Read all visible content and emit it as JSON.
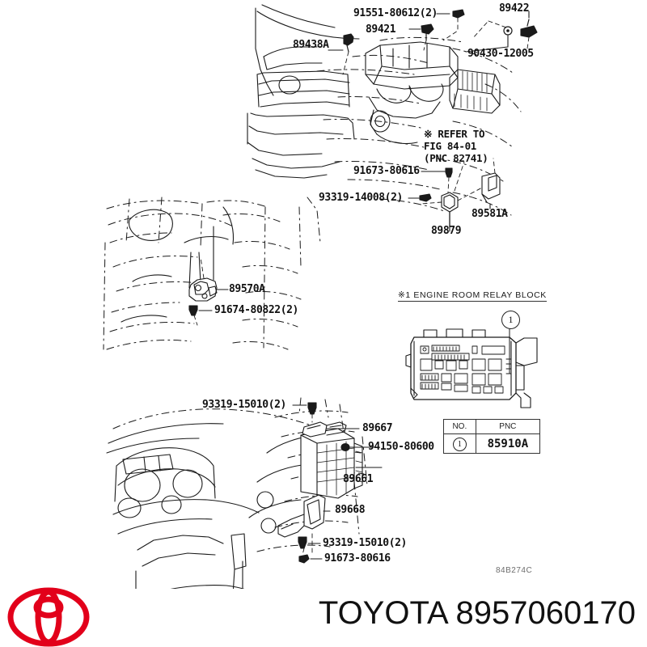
{
  "document": {
    "type": "toyota-parts-diagram",
    "diagram_code": "84B274C",
    "footer_brand": "TOYOTA",
    "footer_part_number": "8957060170",
    "footer_combined": "TOYOTA 8957060170"
  },
  "labels": {
    "l_91551_80612": "91551-80612(2)",
    "l_89421": "89421",
    "l_89422": "89422",
    "l_89438a": "89438A",
    "l_90430_12005": "90430-12005",
    "l_91673_80616_top": "91673-80616",
    "l_93319_14008": "93319-14008(2)",
    "l_89879": "89879",
    "l_89581a": "89581A",
    "l_89570a": "89570A",
    "l_91674_80822": "91674-80822(2)",
    "l_93319_15010_top": "93319-15010(2)",
    "l_89667": "89667",
    "l_94150_80600": "94150-80600",
    "l_89661": "89661",
    "l_89668": "89668",
    "l_93319_15010_bottom": "93319-15010(2)",
    "l_91673_80616_bottom": "91673-80616"
  },
  "refer_note": {
    "marker": "※",
    "line1": "REFER TO",
    "line2": "FIG 84-01",
    "line3": "(PNC 82741)"
  },
  "relay_block": {
    "marker": "※1",
    "title": "ENGINE ROOM RELAY BLOCK",
    "callout_number": "1",
    "table": {
      "headers": [
        "NO.",
        "PNC"
      ],
      "rows": [
        {
          "no": "1",
          "pnc": "85910A"
        }
      ]
    }
  },
  "colors": {
    "line": "#1a1a1a",
    "text": "#111111",
    "logo_red": "#e2001a",
    "code_gray": "#6d6d6d"
  }
}
